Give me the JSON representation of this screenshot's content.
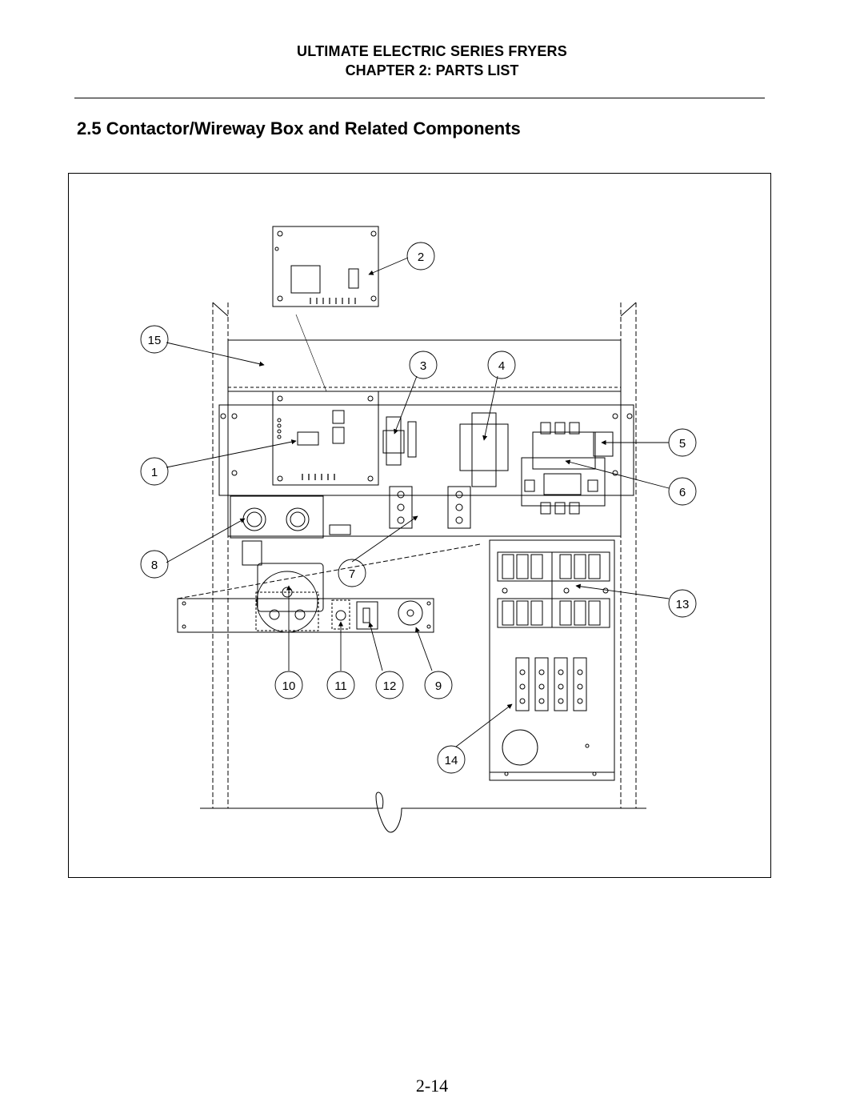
{
  "header": {
    "line1": "ULTIMATE ELECTRIC SERIES FRYERS",
    "line2": "CHAPTER 2:  PARTS LIST"
  },
  "section": {
    "title": "2.5  Contactor/Wireway Box and Related Components"
  },
  "callouts": [
    "1",
    "2",
    "3",
    "4",
    "5",
    "6",
    "7",
    "8",
    "9",
    "10",
    "11",
    "12",
    "13",
    "14",
    "15"
  ],
  "footer": {
    "page_number": "2-14"
  }
}
